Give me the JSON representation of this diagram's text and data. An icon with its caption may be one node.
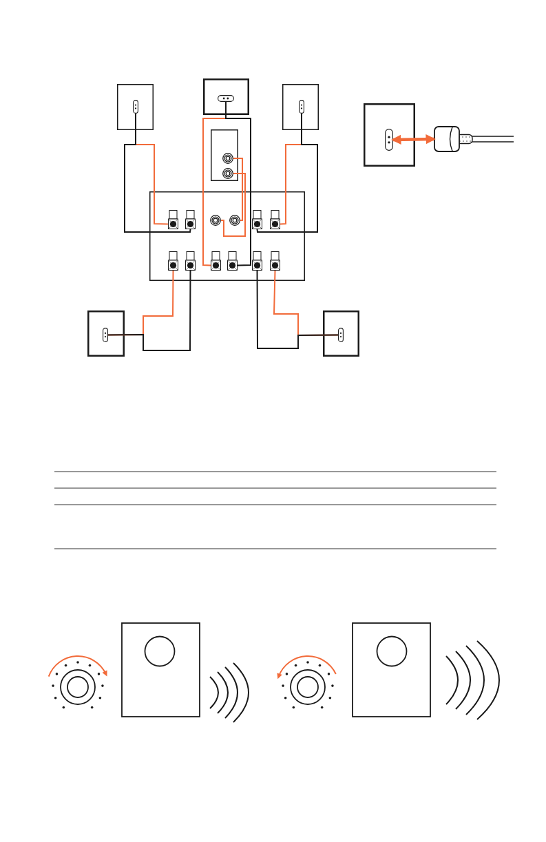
{
  "diagram": {
    "nodes": [
      {
        "text": [],
        "shape": "box"
      },
      {
        "text": [],
        "shape": "socket",
        "in": 0
      },
      {
        "text": [],
        "shape": "box"
      },
      {
        "text": [],
        "shape": "socket",
        "in": 2
      },
      {
        "text": [],
        "shape": "box"
      },
      {
        "text": [],
        "shape": "socket",
        "in": 4
      },
      {
        "text": [],
        "shape": "box"
      },
      {
        "text": [],
        "shape": "socket",
        "in": 6
      },
      {
        "text": [],
        "shape": "picture"
      },
      {
        "text": [],
        "shape": "box"
      },
      {
        "text": [],
        "shape": "circle",
        "in": 9
      },
      {
        "text": [],
        "shape": "circle",
        "in": 9
      },
      {
        "text": [],
        "shape": "box"
      },
      {
        "text": [],
        "shape": "terminal",
        "in": 12
      },
      {
        "text": [],
        "shape": "terminal",
        "in": 12
      },
      {
        "text": [],
        "shape": "circle",
        "in": 12
      },
      {
        "text": [],
        "shape": "circle",
        "in": 12
      },
      {
        "text": [],
        "shape": "terminal",
        "in": 12
      },
      {
        "text": [],
        "shape": "terminal",
        "in": 12
      },
      {
        "text": [],
        "shape": "terminal",
        "in": 12
      },
      {
        "text": [],
        "shape": "terminal",
        "in": 12
      },
      {
        "text": [],
        "shape": "terminal",
        "in": 12
      },
      {
        "text": [],
        "shape": "terminal",
        "in": 12
      },
      {
        "text": [],
        "shape": "terminal",
        "in": 12
      },
      {
        "text": [],
        "shape": "terminal",
        "in": 12
      },
      {
        "text": [],
        "shape": "box"
      },
      {
        "text": [],
        "shape": "socket",
        "in": 25
      },
      {
        "text": [],
        "shape": "box"
      },
      {
        "text": [],
        "shape": "socket",
        "in": 27
      }
    ],
    "edges": [
      {
        "from": 1,
        "to": 13,
        "arrow": "none"
      },
      {
        "from": 1,
        "to": 14,
        "arrow": "none",
        "color": "#1a1a1a"
      },
      {
        "from": 3,
        "to": 21,
        "arrow": "none"
      },
      {
        "from": 3,
        "to": 22,
        "arrow": "none",
        "color": "#1a1a1a"
      },
      {
        "from": 5,
        "to": 18,
        "arrow": "none"
      },
      {
        "from": 5,
        "to": 17,
        "arrow": "none",
        "color": "#1a1a1a"
      },
      {
        "from": 10,
        "to": 16,
        "arrow": "none"
      },
      {
        "from": 11,
        "to": 15,
        "arrow": "none"
      },
      {
        "from": 26,
        "to": 19,
        "arrow": "none"
      },
      {
        "from": 26,
        "to": 20,
        "arrow": "none",
        "color": "#1a1a1a"
      },
      {
        "from": 28,
        "to": 23,
        "arrow": "none",
        "color": "#1a1a1a"
      },
      {
        "from": 28,
        "to": 24,
        "arrow": "none"
      },
      {
        "from": 7,
        "to": 8,
        "arrow": "both",
        "style": "thick"
      }
    ]
  }
}
